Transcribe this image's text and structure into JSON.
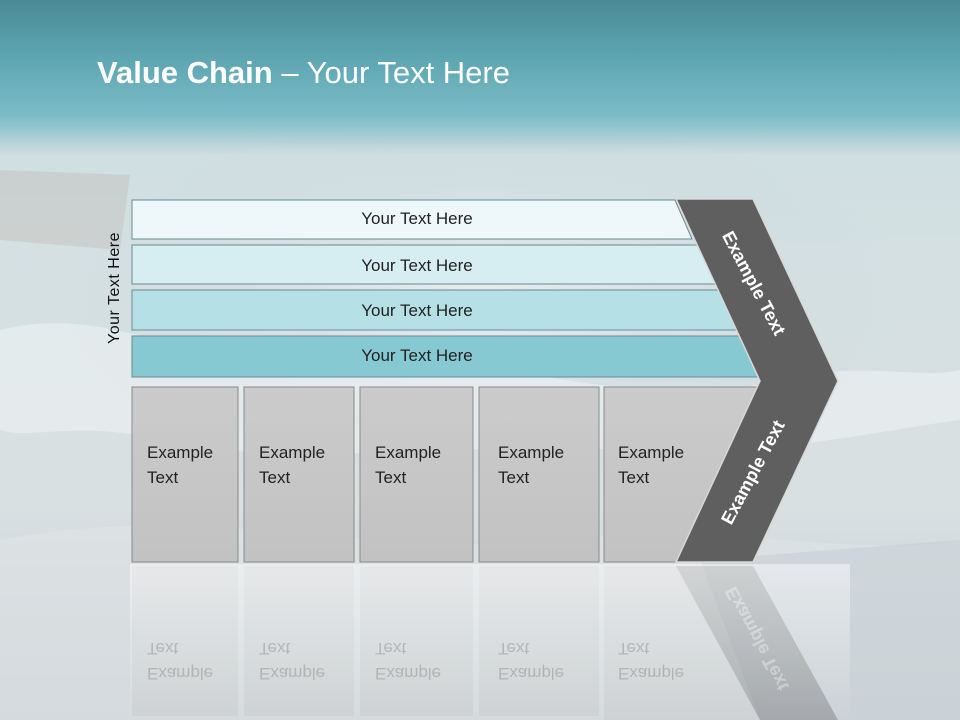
{
  "title": {
    "bold": "Value Chain",
    "rest": " – Your Text Here"
  },
  "side_label": "Your Text Here",
  "rows": [
    {
      "label": "Your Text Here",
      "fill": "#eef8fa"
    },
    {
      "label": "Your Text Here",
      "fill": "#d6eef2"
    },
    {
      "label": "Your Text Here",
      "fill": "#b5e0e6"
    },
    {
      "label": "Your Text Here",
      "fill": "#86c9d3"
    }
  ],
  "boxes": [
    {
      "label": "Example\nText"
    },
    {
      "label": "Example\nText"
    },
    {
      "label": "Example\nText"
    },
    {
      "label": "Example\nText"
    },
    {
      "label": "Example\nText"
    }
  ],
  "chevron": {
    "upper": "Example Text",
    "lower": "Example Text",
    "color": "#5f5f5f"
  },
  "colors": {
    "header": "#5fa7b3",
    "box_fill": "#c8c8c8",
    "title": "#ffffff"
  }
}
